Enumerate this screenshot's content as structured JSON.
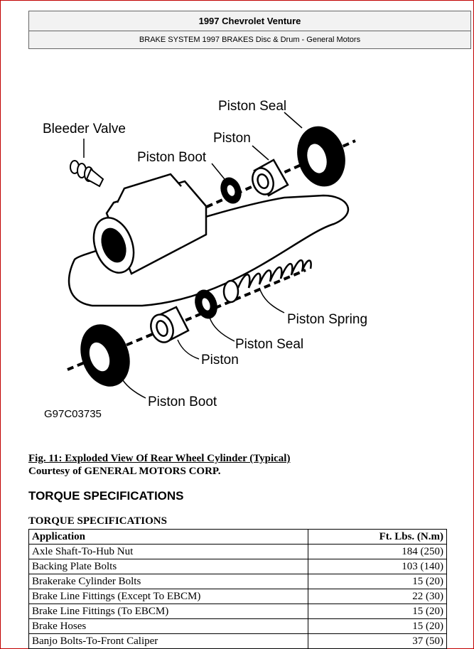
{
  "header": {
    "title": "1997 Chevrolet Venture",
    "subtitle": "BRAKE SYSTEM 1997 BRAKES Disc & Drum - General Motors"
  },
  "figure": {
    "labels": {
      "piston_seal_top": "Piston Seal",
      "bleeder_valve": "Bleeder Valve",
      "piston_top": "Piston",
      "piston_boot_top": "Piston Boot",
      "piston_spring": "Piston Spring",
      "piston_seal_bottom": "Piston Seal",
      "piston_bottom": "Piston",
      "piston_boot_bottom": "Piston Boot"
    },
    "code": "G97C03735"
  },
  "caption": {
    "title": "Fig. 11: Exploded View Of Rear Wheel Cylinder (Typical)",
    "credit": "Courtesy of GENERAL MOTORS CORP."
  },
  "section_heading": "TORQUE SPECIFICATIONS",
  "table": {
    "title": "TORQUE SPECIFICATIONS",
    "headers": [
      "Application",
      "Ft. Lbs. (N.m)"
    ],
    "rows": [
      [
        "Axle Shaft-To-Hub Nut",
        "184 (250)"
      ],
      [
        "Backing Plate Bolts",
        "103 (140)"
      ],
      [
        "Brakerake Cylinder Bolts",
        "15 (20)"
      ],
      [
        "Brake Line Fittings (Except To EBCM)",
        "22 (30)"
      ],
      [
        "Brake Line Fittings (To EBCM)",
        "15 (20)"
      ],
      [
        "Brake Hoses",
        "15 (20)"
      ],
      [
        "Banjo Bolts-To-Front Caliper",
        "37 (50)"
      ]
    ]
  }
}
